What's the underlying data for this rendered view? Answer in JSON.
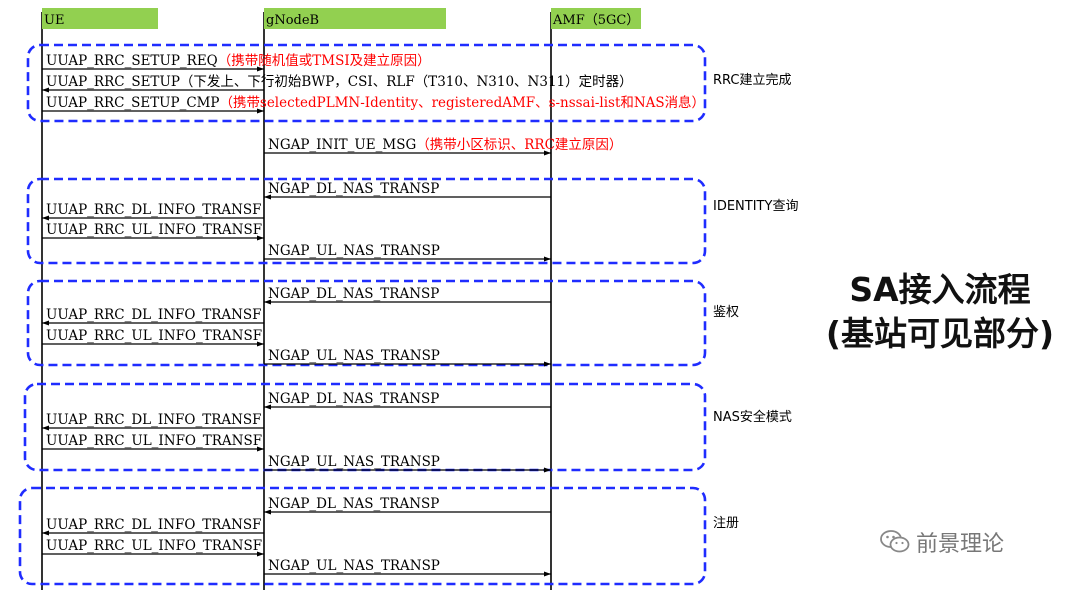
{
  "entities": [
    {
      "id": "ue",
      "label": "UE"
    },
    {
      "id": "gnb",
      "label": "gNodeB"
    },
    {
      "id": "amf",
      "label": "AMF（5GC）"
    }
  ],
  "phases": [
    {
      "label": "RRC建立完成",
      "messages": [
        {
          "from": "ue",
          "to": "gnb",
          "segments": [
            {
              "text": "UUAP_RRC_SETUP_REQ",
              "red": false
            },
            {
              "text": "（携带随机值或TMSI及建立原因）",
              "red": true
            }
          ]
        },
        {
          "from": "gnb",
          "to": "ue",
          "segments": [
            {
              "text": "UUAP_RRC_SETUP（下发上、下行初始BWP，CSI、RLF（T310、N310、N311）定时器）",
              "red": false
            }
          ]
        },
        {
          "from": "ue",
          "to": "gnb",
          "segments": [
            {
              "text": "UUAP_RRC_SETUP_CMP",
              "red": false
            },
            {
              "text": "（携带selectedPLMN-Identity、registeredAMF、s-nssai-list和NAS消息）",
              "red": true
            }
          ]
        }
      ]
    },
    {
      "label": "",
      "messages": [
        {
          "from": "gnb",
          "to": "amf",
          "segments": [
            {
              "text": "NGAP_INIT_UE_MSG",
              "red": false
            },
            {
              "text": "（携带小区标识、RRC建立原因）",
              "red": true
            }
          ]
        }
      ]
    },
    {
      "label": "IDENTITY查询",
      "messages": [
        {
          "from": "amf",
          "to": "gnb",
          "segments": [
            {
              "text": "NGAP_DL_NAS_TRANSP",
              "red": false
            }
          ]
        },
        {
          "from": "gnb",
          "to": "ue",
          "segments": [
            {
              "text": "UUAP_RRC_DL_INFO_TRANSF",
              "red": false
            }
          ]
        },
        {
          "from": "ue",
          "to": "gnb",
          "segments": [
            {
              "text": "UUAP_RRC_UL_INFO_TRANSF",
              "red": false
            }
          ]
        },
        {
          "from": "gnb",
          "to": "amf",
          "segments": [
            {
              "text": "NGAP_UL_NAS_TRANSP",
              "red": false
            }
          ]
        }
      ]
    },
    {
      "label": "鉴权",
      "messages": [
        {
          "from": "amf",
          "to": "gnb",
          "segments": [
            {
              "text": "NGAP_DL_NAS_TRANSP",
              "red": false
            }
          ]
        },
        {
          "from": "gnb",
          "to": "ue",
          "segments": [
            {
              "text": "UUAP_RRC_DL_INFO_TRANSF",
              "red": false
            }
          ]
        },
        {
          "from": "ue",
          "to": "gnb",
          "segments": [
            {
              "text": "UUAP_RRC_UL_INFO_TRANSF",
              "red": false
            }
          ]
        },
        {
          "from": "gnb",
          "to": "amf",
          "segments": [
            {
              "text": "NGAP_UL_NAS_TRANSP",
              "red": false
            }
          ]
        }
      ]
    },
    {
      "label": "NAS安全模式",
      "messages": [
        {
          "from": "amf",
          "to": "gnb",
          "segments": [
            {
              "text": "NGAP_DL_NAS_TRANSP",
              "red": false
            }
          ]
        },
        {
          "from": "gnb",
          "to": "ue",
          "segments": [
            {
              "text": "UUAP_RRC_DL_INFO_TRANSF",
              "red": false
            }
          ]
        },
        {
          "from": "ue",
          "to": "gnb",
          "segments": [
            {
              "text": "UUAP_RRC_UL_INFO_TRANSF",
              "red": false
            }
          ]
        },
        {
          "from": "gnb",
          "to": "amf",
          "segments": [
            {
              "text": "NGAP_UL_NAS_TRANSP",
              "red": false
            }
          ]
        }
      ]
    },
    {
      "label": "注册",
      "messages": [
        {
          "from": "amf",
          "to": "gnb",
          "segments": [
            {
              "text": "NGAP_DL_NAS_TRANSP",
              "red": false
            }
          ]
        },
        {
          "from": "gnb",
          "to": "ue",
          "segments": [
            {
              "text": "UUAP_RRC_DL_INFO_TRANSF",
              "red": false
            }
          ]
        },
        {
          "from": "ue",
          "to": "gnb",
          "segments": [
            {
              "text": "UUAP_RRC_UL_INFO_TRANSF",
              "red": false
            }
          ]
        },
        {
          "from": "gnb",
          "to": "amf",
          "segments": [
            {
              "text": "NGAP_UL_NAS_TRANSP",
              "red": false
            }
          ]
        }
      ]
    }
  ],
  "title": {
    "line1": "SA接入流程",
    "line2": "(基站可见部分)"
  },
  "watermark": {
    "text": "前景理论",
    "icon": "wechat-icon"
  },
  "colors": {
    "header": "#92d050",
    "box": "#1f2cff",
    "red": "#ff0000",
    "text": "#000000"
  }
}
